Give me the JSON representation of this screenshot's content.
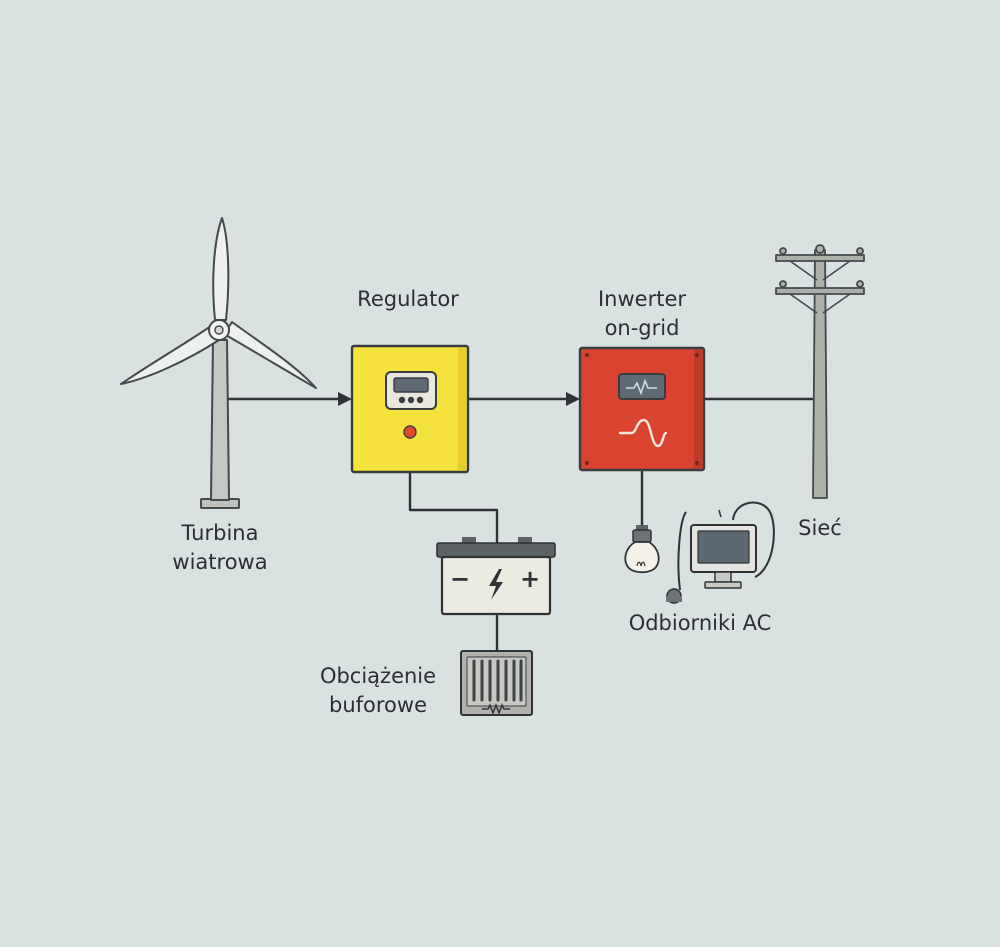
{
  "labels": {
    "turbine": [
      "Turbina",
      "wiatrowa"
    ],
    "regulator": [
      "Regulator"
    ],
    "inverter": [
      "Inwerter",
      "on-grid"
    ],
    "grid": [
      "Sieć"
    ],
    "battery_load": [
      "Obciążenie",
      "buforowe"
    ],
    "ac_loads": [
      "Odbiorniki AC"
    ]
  },
  "battery": {
    "minus": "−",
    "plus": "+"
  },
  "colors": {
    "background": "#d9e1e1",
    "line": "#2f3336",
    "regulator_fill": "#f5e23c",
    "inverter_fill": "#d9432f",
    "battery_fill": "#ecebe2",
    "battery_cap": "#5d6265",
    "pole_fill": "#aeb0aa",
    "turbine_fill": "#eef0ee",
    "display_fill": "#5f6a74"
  },
  "icons": [
    "wind-turbine-icon",
    "charge-controller-icon",
    "inverter-icon",
    "utility-pole-icon",
    "battery-icon",
    "lightning-bolt-icon",
    "dump-load-resistor-icon",
    "light-bulb-icon",
    "computer-monitor-icon",
    "sine-wave-icon"
  ]
}
